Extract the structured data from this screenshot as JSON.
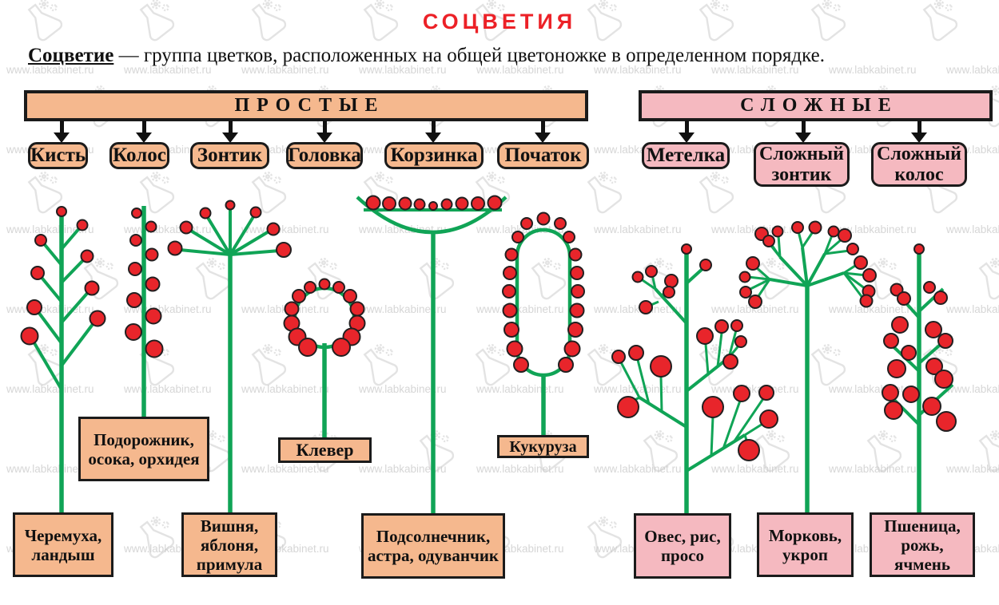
{
  "title": "СОЦВЕТИЯ",
  "definition": {
    "term": "Соцветие",
    "text": "— группа цветков, расположенных на общей цветоножке в определенном порядке."
  },
  "watermark": {
    "text": "www.labkabinet.ru"
  },
  "groups": {
    "simple": {
      "label": "ПРОСТЫЕ",
      "fill": "#f5b88e"
    },
    "complex": {
      "label": "СЛОЖНЫЕ",
      "fill": "#f5b9c0"
    }
  },
  "types": [
    {
      "label": "Кисть",
      "group": "simple",
      "examples": "Черемуха, ландыш"
    },
    {
      "label": "Колос",
      "group": "simple",
      "examples": "Подорожник, осока, орхидея"
    },
    {
      "label": "Зонтик",
      "group": "simple",
      "examples": "Вишня, яблоня, примула"
    },
    {
      "label": "Головка",
      "group": "simple",
      "examples": "Клевер"
    },
    {
      "label": "Корзинка",
      "group": "simple",
      "examples": "Подсолнечник, астра, одуванчик"
    },
    {
      "label": "Початок",
      "group": "simple",
      "examples": "Кукуруза"
    },
    {
      "label": "Метелка",
      "group": "complex",
      "examples": "Овес, рис, просо"
    },
    {
      "label": "Сложный зонтик",
      "group": "complex",
      "examples": "Морковь, укроп"
    },
    {
      "label": "Сложный колос",
      "group": "complex",
      "examples": "Пшеница, рожь, ячмень"
    }
  ],
  "colors": {
    "stem_green": "#10a456",
    "flower_red": "#e8252b",
    "outline": "#231f20",
    "title_red": "#ec2127",
    "simple_fill": "#f5b88e",
    "complex_fill": "#f5b9c0"
  }
}
